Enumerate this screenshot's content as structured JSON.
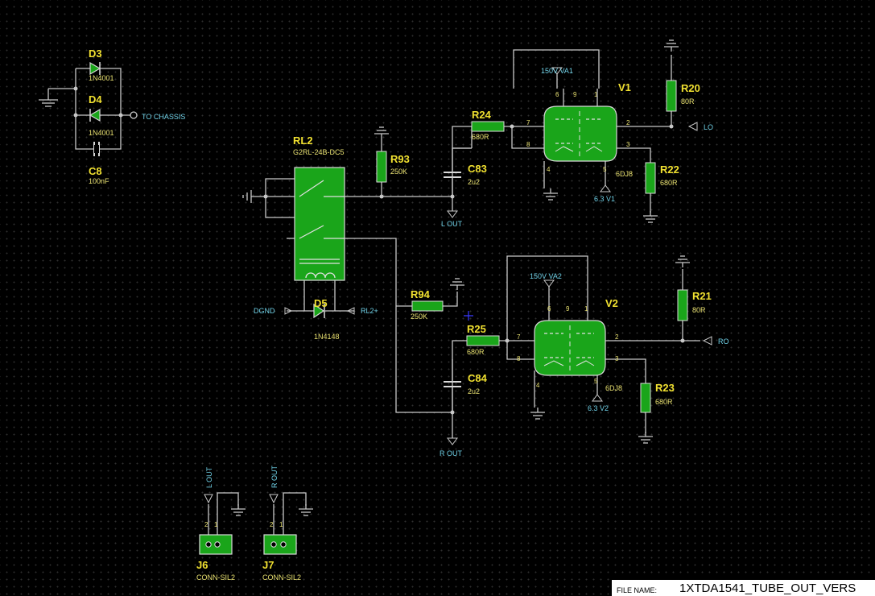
{
  "components": {
    "d3": {
      "ref": "D3",
      "value": "1N4001"
    },
    "d4": {
      "ref": "D4",
      "value": "1N4001"
    },
    "c8": {
      "ref": "C8",
      "value": "100nF"
    },
    "rl2": {
      "ref": "RL2",
      "value": "G2RL-24B-DC5"
    },
    "r93": {
      "ref": "R93",
      "value": "250K"
    },
    "r24": {
      "ref": "R24",
      "value": "680R"
    },
    "c83": {
      "ref": "C83",
      "value": "2u2"
    },
    "v1": {
      "ref": "V1",
      "value": "6DJ8"
    },
    "r20": {
      "ref": "R20",
      "value": "80R"
    },
    "r22": {
      "ref": "R22",
      "value": "680R"
    },
    "d5": {
      "ref": "D5",
      "value": "1N4148"
    },
    "r94": {
      "ref": "R94",
      "value": "250K"
    },
    "r25": {
      "ref": "R25",
      "value": "680R"
    },
    "c84": {
      "ref": "C84",
      "value": "2u2"
    },
    "v2": {
      "ref": "V2",
      "value": "6DJ8"
    },
    "r21": {
      "ref": "R21",
      "value": "80R"
    },
    "r23": {
      "ref": "R23",
      "value": "680R"
    },
    "j6": {
      "ref": "J6",
      "value": "CONN-SIL2"
    },
    "j7": {
      "ref": "J7",
      "value": "CONN-SIL2"
    }
  },
  "nets": {
    "to_chassis": "TO CHASSIS",
    "va1": "150V VA1",
    "va2": "150V VA2",
    "lo": "LO",
    "ro": "RO",
    "l_out": "L OUT",
    "r_out": "R OUT",
    "v63_1": "6.3 V1",
    "v63_2": "6.3 V2",
    "dgnd": "DGND",
    "rl2p": "RL2+"
  },
  "pins": {
    "p1": "1",
    "p2": "2",
    "p3": "3",
    "p4": "4",
    "p5": "5",
    "p6": "6",
    "p7": "7",
    "p8": "8",
    "p9": "9"
  },
  "title_block": {
    "label": "FILE NAME:",
    "value": "1XTDA1541_TUBE_OUT_VERS"
  },
  "colors": {
    "background": "#000000",
    "component_fill": "#1aa51a",
    "ref_text": "#f0e030",
    "net_text": "#6fd0e6",
    "wire": "#c8c8c8"
  }
}
